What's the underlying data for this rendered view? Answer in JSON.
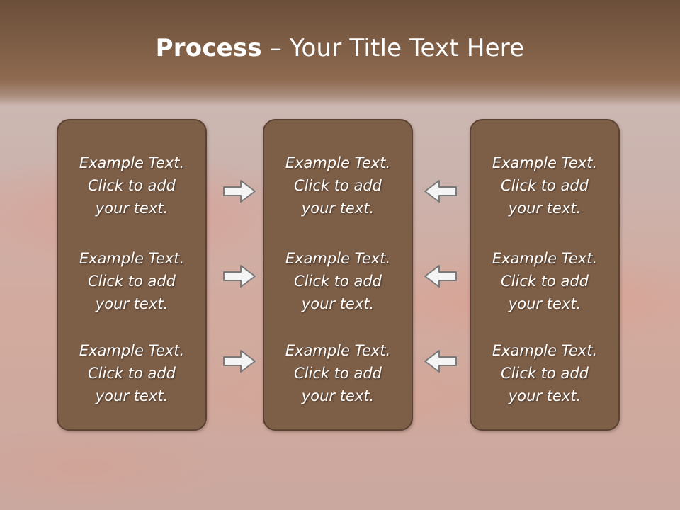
{
  "title": {
    "bold": "Process",
    "separator": " – ",
    "rest": "Your Title Text Here"
  },
  "columns": [
    {
      "items": [
        {
          "line1": "Example Text.",
          "line2": "Click  to add",
          "line3": "your text."
        },
        {
          "line1": "Example Text.",
          "line2": "Click  to add",
          "line3": "your text."
        },
        {
          "line1": "Example Text.",
          "line2": "Click  to add",
          "line3": "your text."
        }
      ]
    },
    {
      "items": [
        {
          "line1": "Example Text.",
          "line2": "Click  to add",
          "line3": "your text."
        },
        {
          "line1": "Example Text.",
          "line2": "Click  to add",
          "line3": "your text."
        },
        {
          "line1": "Example Text.",
          "line2": "Click  to add",
          "line3": "your text."
        }
      ]
    },
    {
      "items": [
        {
          "line1": "Example Text.",
          "line2": "Click  to add",
          "line3": "your text."
        },
        {
          "line1": "Example Text.",
          "line2": "Click  to add",
          "line3": "your text."
        },
        {
          "line1": "Example Text.",
          "line2": "Click  to add",
          "line3": "your text."
        }
      ]
    }
  ],
  "colors": {
    "title_bar": "#7d5d45",
    "box_fill": "#7d5e47",
    "box_border": "#5c4232",
    "arrow_fill": "#f4f4f4",
    "arrow_stroke": "#7a7a7a"
  },
  "arrows": {
    "left_group": "arrow-right-icon",
    "right_group": "arrow-left-icon"
  }
}
